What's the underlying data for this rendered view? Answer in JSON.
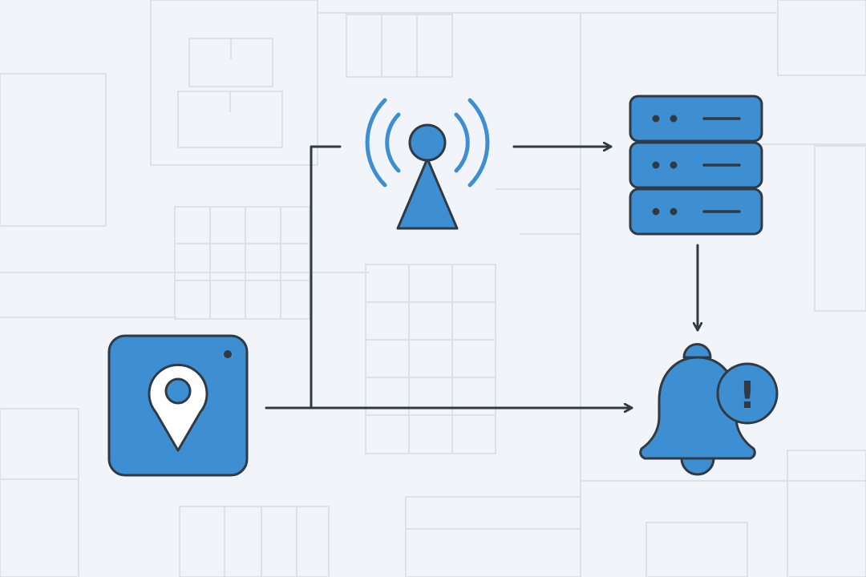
{
  "diagram": {
    "nodes": [
      {
        "id": "location-tracker",
        "icon": "map-pin-icon"
      },
      {
        "id": "cell-tower",
        "icon": "radio-tower-icon"
      },
      {
        "id": "server",
        "icon": "server-stack-icon"
      },
      {
        "id": "alert",
        "icon": "bell-alert-icon",
        "badge": "!"
      }
    ],
    "edges": [
      {
        "from": "location-tracker",
        "to": "alert"
      },
      {
        "from": "location-tracker",
        "to": "cell-tower"
      },
      {
        "from": "cell-tower",
        "to": "server"
      },
      {
        "from": "server",
        "to": "alert"
      }
    ]
  },
  "colors": {
    "background": "#f1f4f8",
    "blueprint_lines": "#dde2e8",
    "accent": "#3e8fd2",
    "outline": "#2f3a45",
    "white": "#ffffff"
  }
}
